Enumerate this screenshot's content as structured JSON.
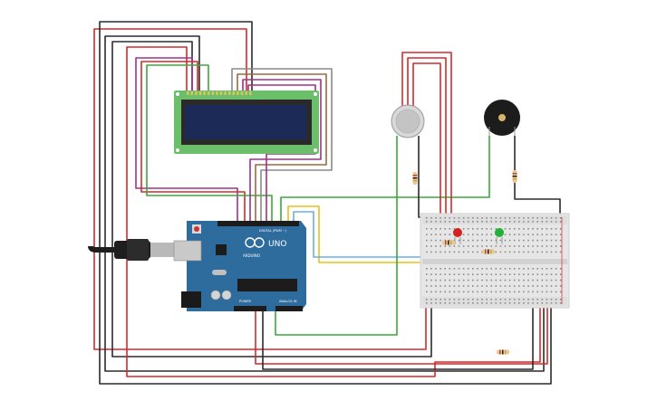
{
  "colors": {
    "background": "#ffffff",
    "wire_red": "#d42a2a",
    "wire_black": "#2b2b2b",
    "wire_green": "#3aa83a",
    "wire_yellow": "#e6c21a",
    "wire_blue": "#6aaee6",
    "wire_purple": "#a0308a",
    "wire_brown": "#9b6a3a",
    "wire_gray": "#8a8a8a",
    "lcd_pcb": "#6cbf6a",
    "lcd_screen": "#1c2a57",
    "arduino_board": "#2f6c9e",
    "breadboard": "#e6e6e6",
    "led_red": "#d32222",
    "led_green": "#22b03a"
  },
  "components": {
    "lcd": {
      "icon": "lcd-16x2-icon"
    },
    "arduino": {
      "icon": "arduino-uno-icon",
      "model_label": "UNO",
      "brand_label": "ARDUINO",
      "digital_header_label": "DIGITAL (PWM ~)",
      "power_header_label": "POWER",
      "analog_header_label": "ANALOG IN"
    },
    "usb_cable": {
      "icon": "usb-cable-icon"
    },
    "gas_sensor": {
      "icon": "gas-sensor-icon"
    },
    "buzzer": {
      "icon": "piezo-buzzer-icon"
    },
    "breadboard": {
      "icon": "breadboard-icon"
    },
    "led_red": {
      "icon": "red-led-icon"
    },
    "led_green": {
      "icon": "green-led-icon"
    },
    "resistors": {
      "icon": "resistor-icon"
    }
  }
}
